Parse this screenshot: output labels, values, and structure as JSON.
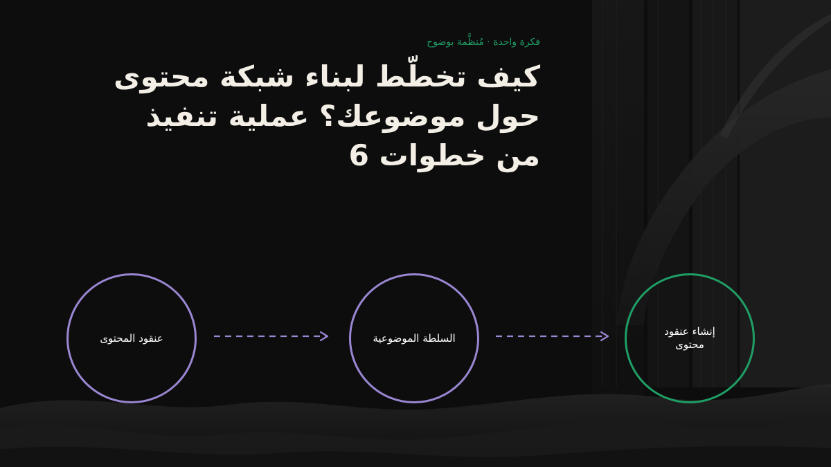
{
  "eyebrow": "فكرة واحدة · مُنظَّمة بوضوح",
  "title": "كيف تخطّط لبناء شبكة محتوى حول موضوعك؟ عملية تنفيذ من خطوات 6",
  "steps": [
    {
      "label": "عنقود المحتوى"
    },
    {
      "label": "السلطة الموضوعية"
    },
    {
      "label": "إنشاء عنقود محتوى"
    }
  ],
  "colors": {
    "background": "#0d0d0d",
    "accent_purple": "#9a86d2",
    "accent_green": "#1f9e66",
    "title": "#f3efe6"
  }
}
